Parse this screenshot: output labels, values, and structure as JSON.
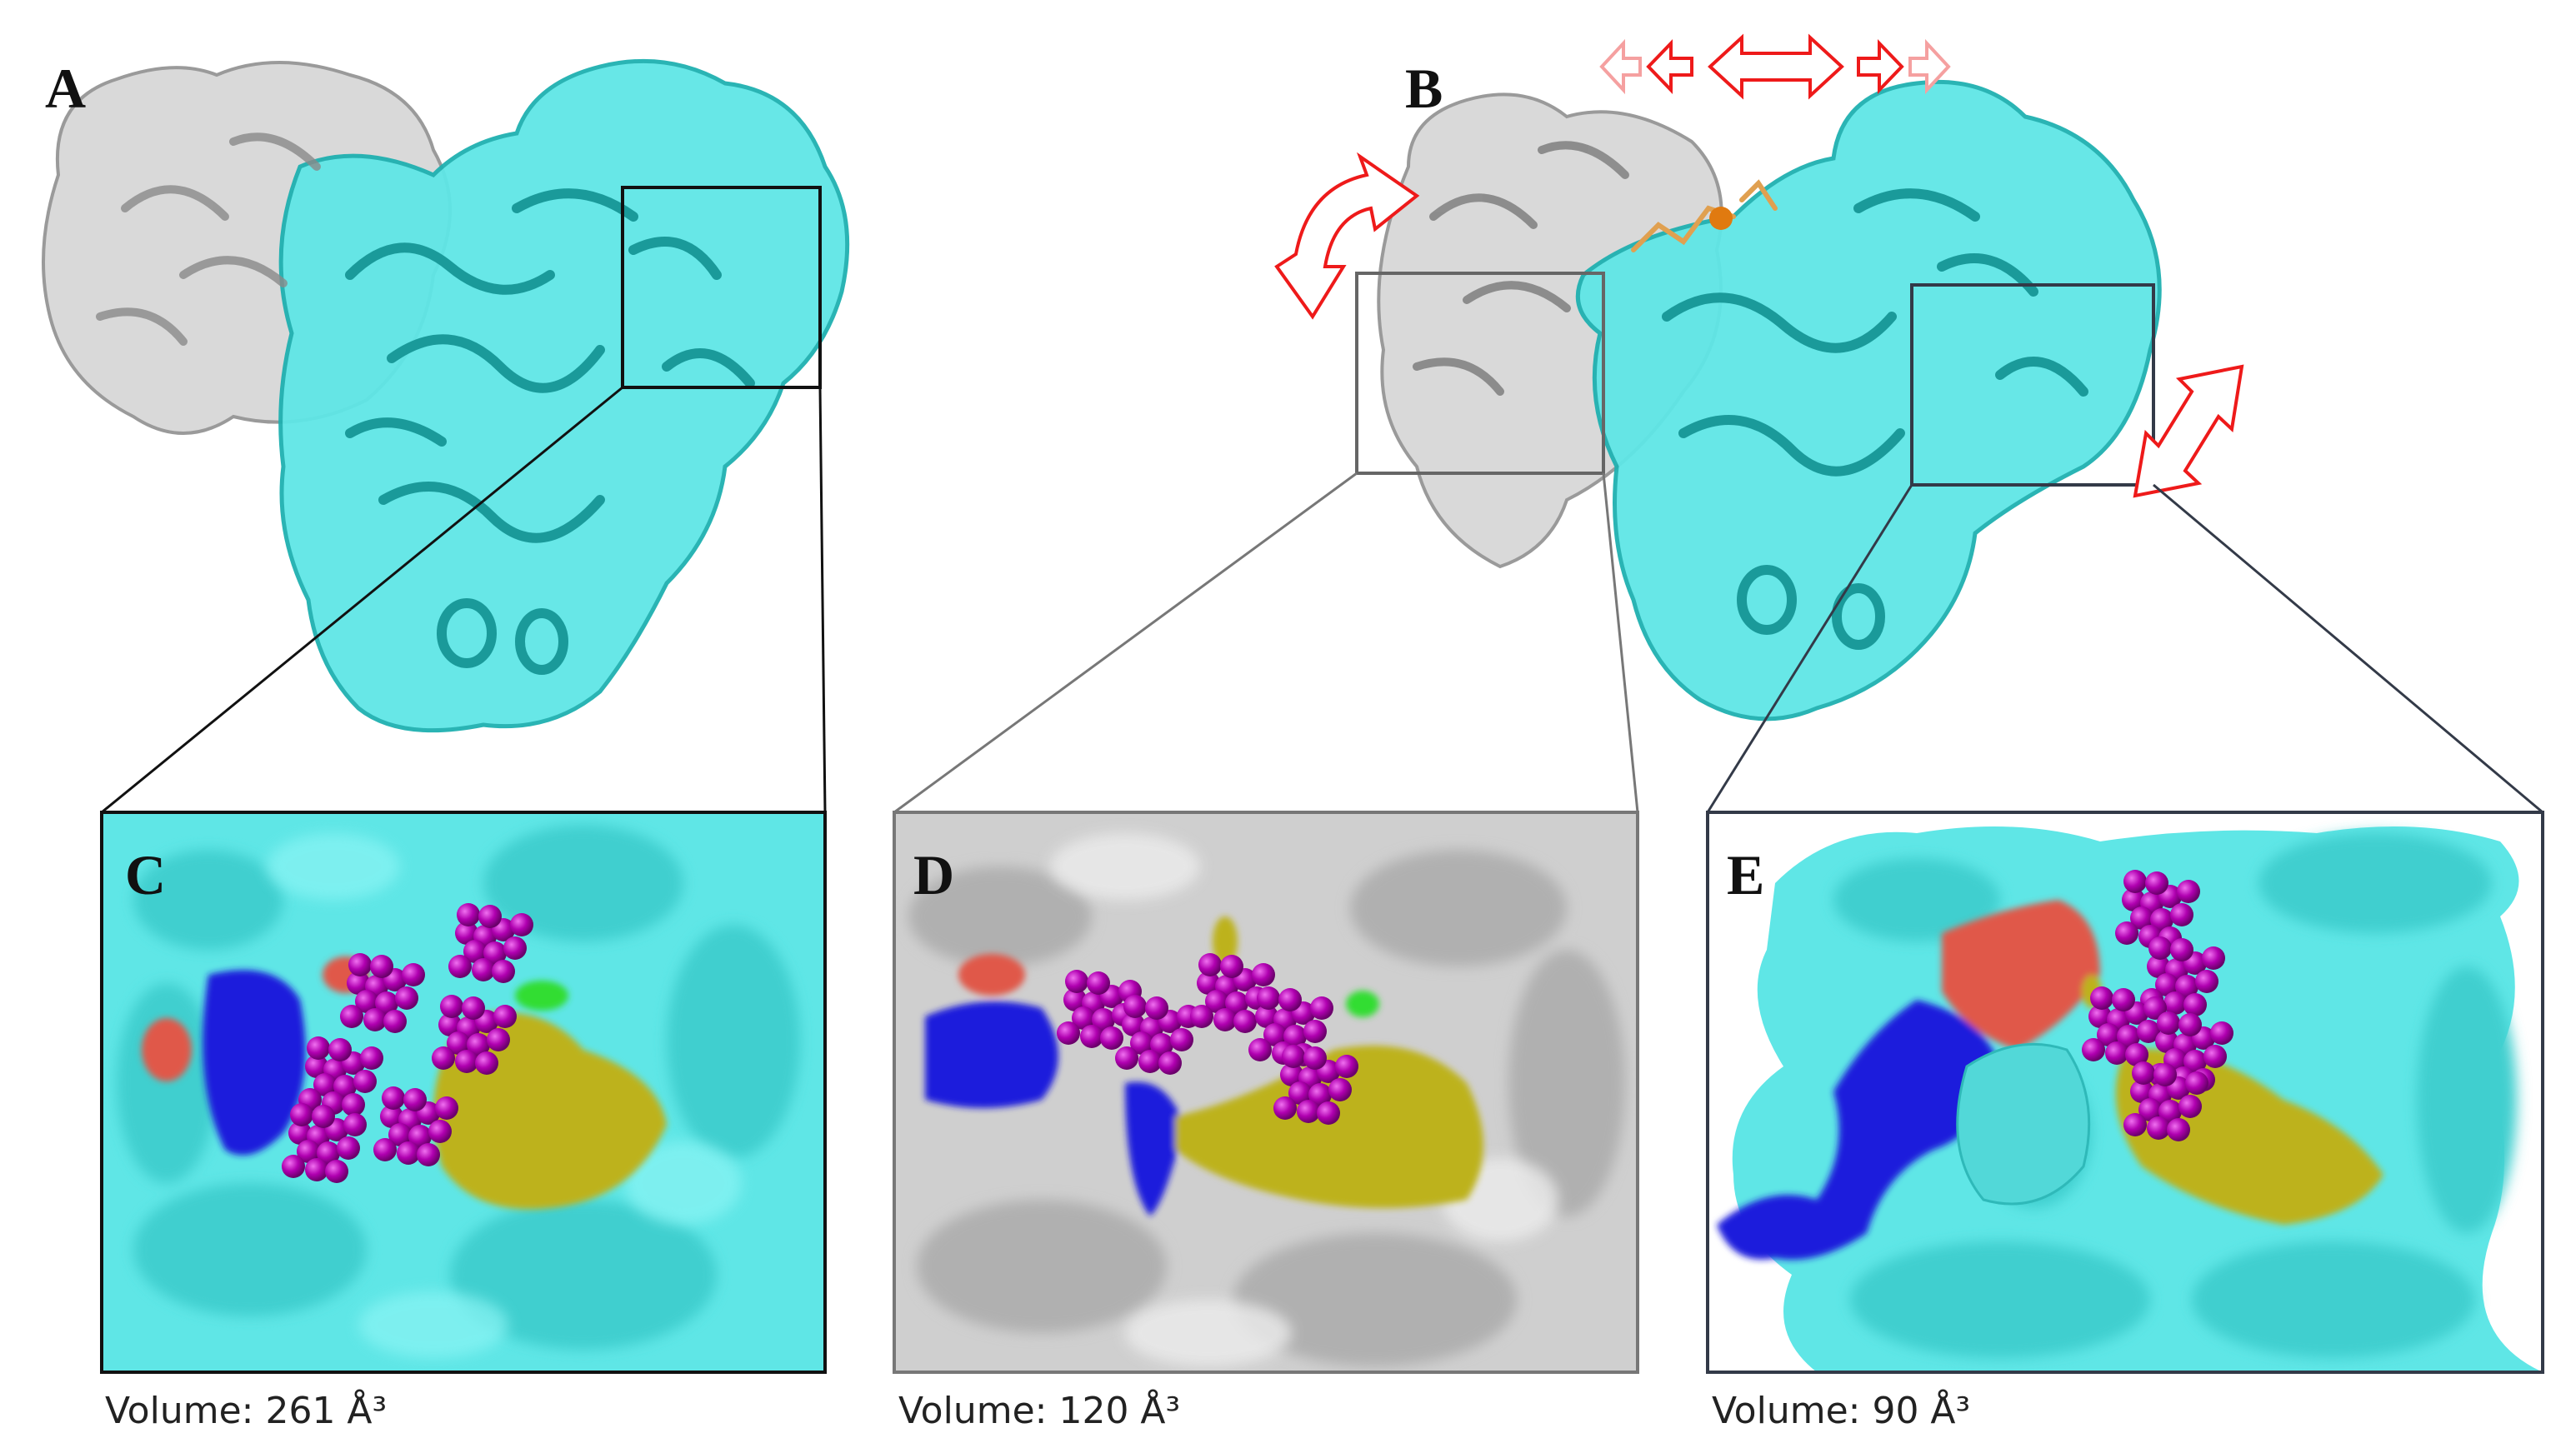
{
  "panels": {
    "a": {
      "label": "A"
    },
    "b": {
      "label": "B"
    },
    "c": {
      "label": "C",
      "volume_text": "Volume: 261 Å³"
    },
    "d": {
      "label": "D",
      "volume_text": "Volume: 120 Å³"
    },
    "e": {
      "label": "E",
      "volume_text": "Volume: 90 Å³"
    }
  },
  "colors": {
    "chain_a": "#5fe6e6",
    "chain_b": "#cfcfcf",
    "ligand": "#b000b0",
    "residue_blue": "#1a1adc",
    "residue_red": "#e0584a",
    "residue_yellow": "#bdb21e",
    "residue_green": "#33dd33",
    "motion_arrows": "#ee1a1a"
  }
}
